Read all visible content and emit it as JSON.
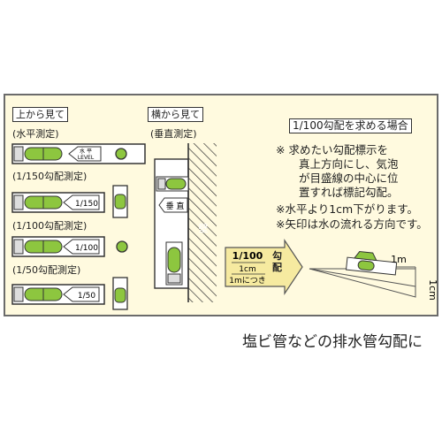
{
  "top_view": {
    "header": "上から見て",
    "rows": [
      {
        "label": "(水平測定)",
        "arrow_line1": "水 平",
        "arrow_line2": "LEVEL"
      },
      {
        "label": "(1/150勾配測定)",
        "arrow_text": "1/150"
      },
      {
        "label": "(1/100勾配測定)",
        "arrow_text": "1/100"
      },
      {
        "label": "(1/50勾配測定)",
        "arrow_text": "1/50"
      }
    ]
  },
  "side_view": {
    "header": "横から見て",
    "label": "(垂直測定)",
    "vertical_tag": "垂 直",
    "wall": "壁"
  },
  "slope_section": {
    "title": "1/100勾配を求める場合",
    "notes": [
      "※ 求めたい勾配標示を",
      "真上方向にし、気泡",
      "が目盛線の中心に位",
      "置すれば標記勾配。",
      "※水平より1cm下がります。",
      "※矢印は水の流れる方向です。"
    ],
    "arrow_ratio": "1/100",
    "arrow_per1": "1cm",
    "arrow_per2": "1mにつき",
    "arrow_side": "勾配",
    "run": "1m",
    "drop": "1cm"
  },
  "caption": "塩ビ管などの排水管勾配に",
  "colors": {
    "green": "#8dc63f",
    "panel": "#fffadf",
    "arrow": "#f6eaa0"
  }
}
